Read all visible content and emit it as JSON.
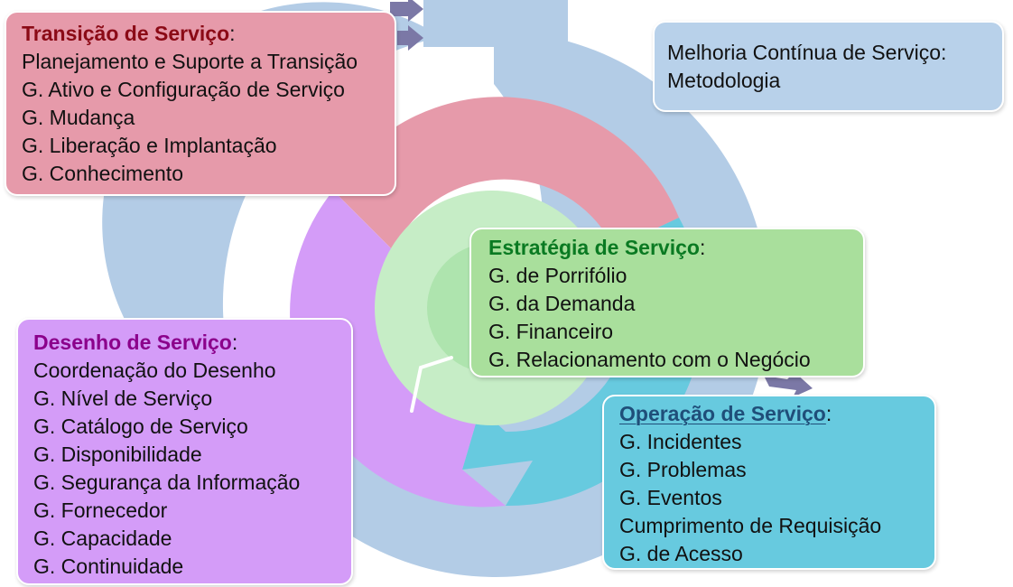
{
  "colors": {
    "outer_ring": "#b3cce6",
    "transicao_fill": "#e69aaa",
    "transicao_title": "#8b0a16",
    "desenho_fill": "#d49cf8",
    "desenho_title": "#8b008b",
    "operacao_fill": "#67cadf",
    "operacao_title": "#1f4e79",
    "estrategia_fill": "#a9df9c",
    "estrategia_title": "#0a7a22",
    "melhoria_fill": "#b8d1ea",
    "inner_light": "#c6edc6",
    "inner_core": "#aee4ae",
    "highlight_arrow": "#ff3300",
    "small_arrows": "#7b78a6"
  },
  "boxes": {
    "transicao": {
      "title": "Transição de Serviço",
      "suffix": ":",
      "items": [
        "Planejamento e Suporte a Transição",
        "G. Ativo e Configuração de Serviço",
        "G. Mudança",
        "G. Liberação e Implantação",
        "G. Conhecimento"
      ]
    },
    "melhoria": {
      "lines": [
        "Melhoria Contínua de Serviço:",
        "Metodologia"
      ]
    },
    "estrategia": {
      "title": "Estratégia de Serviço",
      "suffix": ":",
      "items": [
        "G. de Porrifólio",
        "G. da Demanda",
        "G. Financeiro",
        "G. Relacionamento com o Negócio"
      ]
    },
    "desenho": {
      "title": "Desenho de Serviço",
      "suffix": ":",
      "items": [
        "Coordenação do Desenho",
        "G. Nível de Serviço",
        "G. Catálogo de Serviço",
        "G. Disponibilidade",
        "G. Segurança da Informação",
        "G. Fornecedor",
        "G. Capacidade",
        "G. Continuidade"
      ]
    },
    "operacao": {
      "title": "Operação de Serviço",
      "suffix": ":",
      "items": [
        "G. Incidentes",
        "G. Problemas",
        "G. Eventos",
        "Cumprimento de Requisição",
        "G. de Acesso"
      ]
    }
  }
}
